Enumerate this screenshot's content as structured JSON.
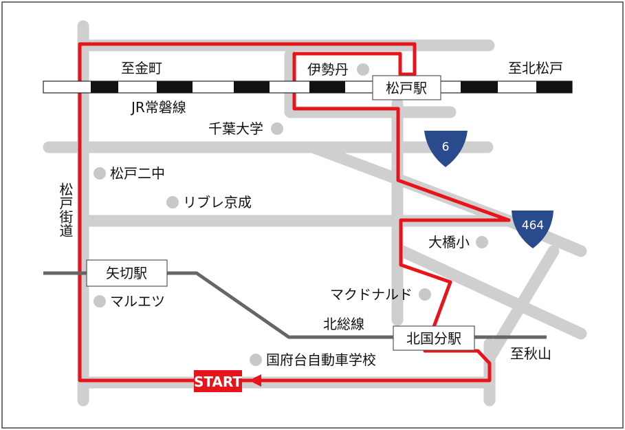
{
  "map": {
    "colors": {
      "road": "#cfcfcf",
      "route": "#e8141b",
      "rail_line": "#666666",
      "jr_dark": "#111111",
      "shield": "#2a4a8e",
      "landmark_dot": "#c8c8c8",
      "start_bg": "#e8141b"
    },
    "railway_jr": {
      "name": "JR常磐線",
      "to_west": "至金町",
      "to_east": "至北松戸"
    },
    "railway_hokuso": {
      "name": "北総線",
      "to_east": "至秋山"
    },
    "road_labels": {
      "matsudo_kaido": "松戸街道"
    },
    "stations": {
      "matsudo": "松戸駅",
      "yagiri": "矢切駅",
      "kitakokubun": "北国分駅"
    },
    "landmarks": {
      "isetan": "伊勢丹",
      "chiba_univ": "千葉大学",
      "matsudo_nichu": "松戸二中",
      "libre_keisei": "リブレ京成",
      "ohashi_sho": "大橋小",
      "mcdonalds": "マクドナルド",
      "maruetsu": "マルエツ",
      "kokufudai": "国府台自動車学校"
    },
    "shields": {
      "route6": "6",
      "route464": "464"
    },
    "start": "START"
  }
}
